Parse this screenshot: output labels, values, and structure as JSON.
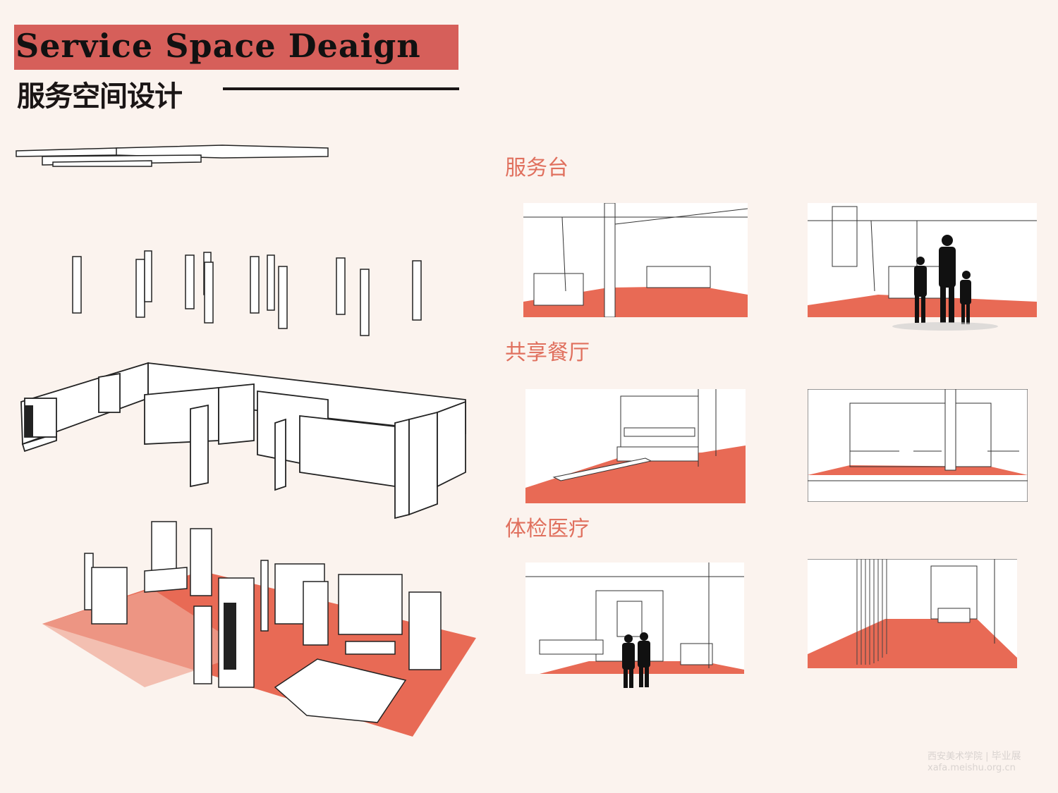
{
  "header": {
    "title_en": "Service Space Deaign",
    "title_cn": "服务空间设计"
  },
  "sections": [
    {
      "label": "服务台"
    },
    {
      "label": "共享餐厅"
    },
    {
      "label": "体检医疗"
    }
  ],
  "watermark": {
    "school": "西安美术学院",
    "event": "毕业展",
    "url": "xafa.meishu.org.cn"
  },
  "colors": {
    "background": "#fbf3ee",
    "accent": "#d65f5a",
    "floor": "#e86a55",
    "section_label": "#e0705e"
  }
}
